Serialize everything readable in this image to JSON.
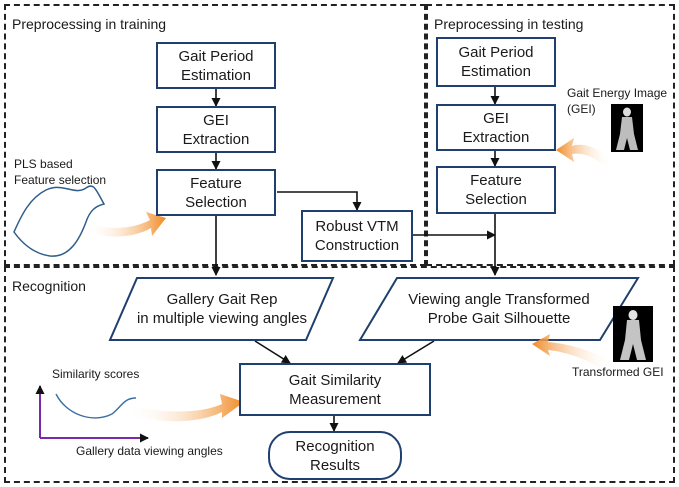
{
  "panels": {
    "training": "Preprocessing in training",
    "testing": "Preprocessing in testing",
    "recognition": "Recognition"
  },
  "training_steps": {
    "period": "Gait Period\nEstimation",
    "gei": "GEI\nExtraction",
    "feature": "Feature\nSelection"
  },
  "testing_steps": {
    "period": "Gait Period\nEstimation",
    "gei": "GEI\nExtraction",
    "feature": "Feature\nSelection"
  },
  "vtm": "Robust VTM\nConstruction",
  "recognition_nodes": {
    "gallery": "Gallery Gait Rep\nin multiple viewing angles",
    "probe": "Viewing angle Transformed\nProbe Gait Silhouette",
    "similarity": "Gait Similarity\nMeasurement",
    "results": "Recognition\nResults"
  },
  "annotations": {
    "pls": "PLS based\nFeature selection",
    "gei_image": "Gait Energy Image\n(GEI)",
    "transformed_gei": "Transformed GEI",
    "similarity_scores": "Similarity scores",
    "gallery_angles": "Gallery data viewing angles"
  },
  "colors": {
    "box_border": "#1f3f6e",
    "arrow_orange": "#f08a24",
    "axis_purple": "#7a2aa8",
    "curve_blue": "#3a6ea5"
  }
}
